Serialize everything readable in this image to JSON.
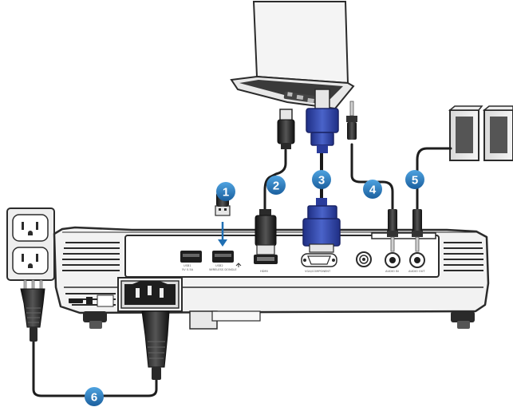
{
  "callouts": {
    "usb_dongle": "1",
    "hdmi": "2",
    "vga": "3",
    "audio_in": "4",
    "audio_out": "5",
    "power": "6"
  },
  "port_labels": {
    "usb1": "USB1",
    "usb1_sub": "5V 0.5A",
    "usb2": "USB2",
    "usb2_sub": "WIRELESS DONGLE",
    "hdmi": "HDMI",
    "vga": "VGA/COMPONENT",
    "audio_in": "AUDIO IN",
    "audio_out": "AUDIO OUT"
  },
  "colors": {
    "callout_blue": "#1f6fb3",
    "vga_blue": "#2a3c9c",
    "cable_dark": "#1e1e1e",
    "body_gray": "#f2f2f2",
    "outline": "#2b2b2b"
  }
}
